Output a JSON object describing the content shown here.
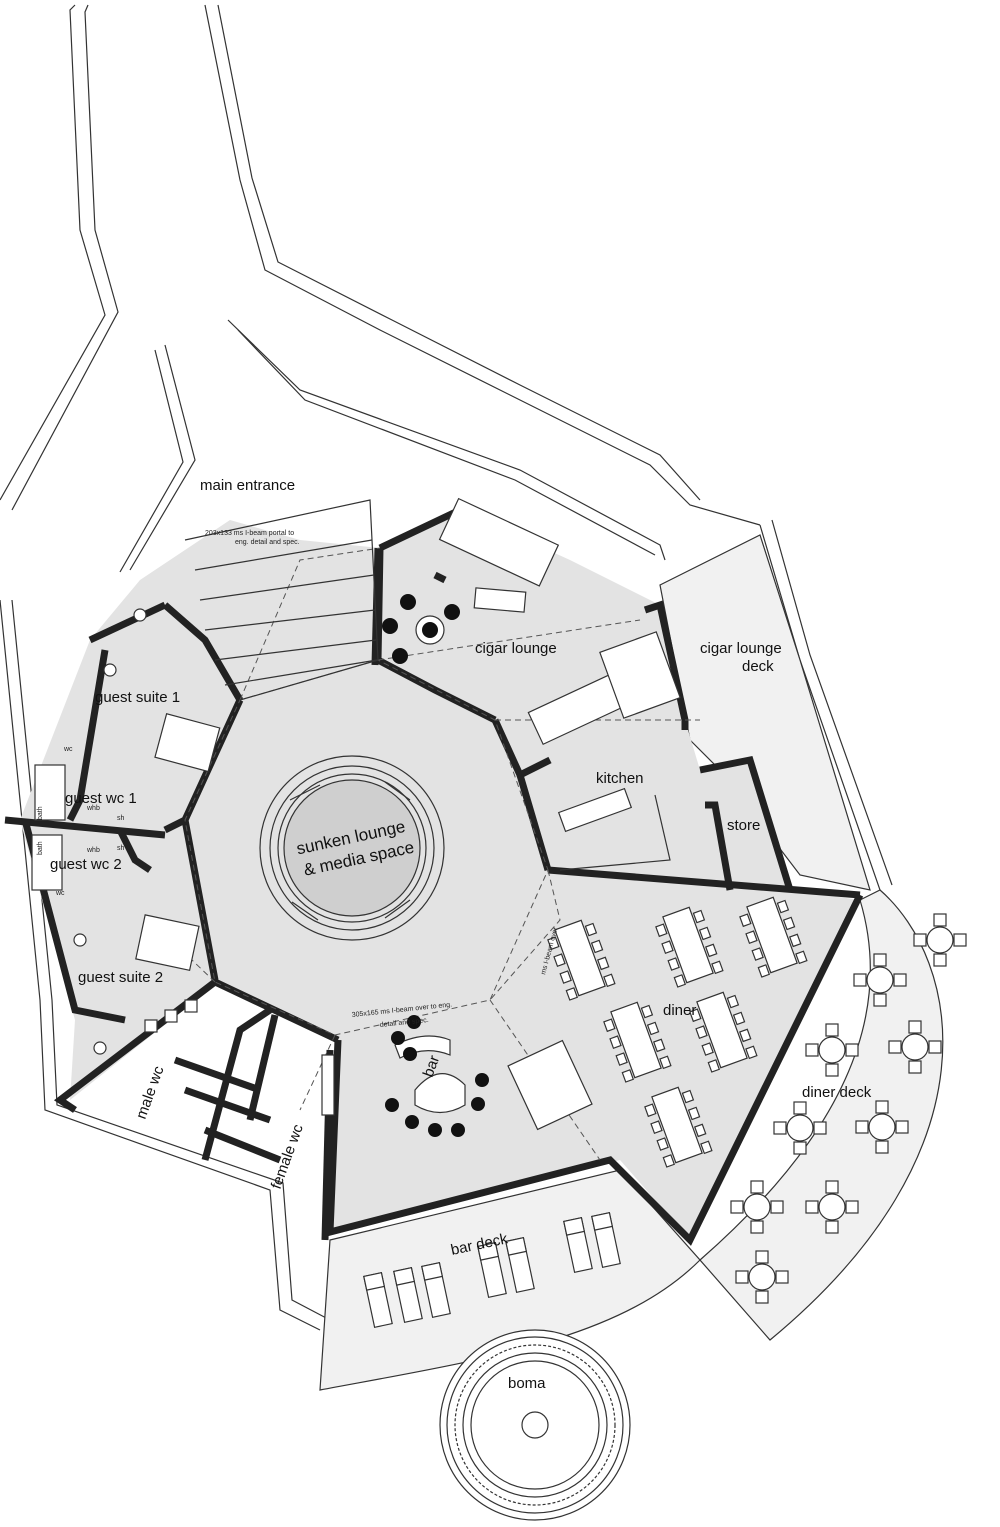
{
  "rooms": {
    "main_entrance": "main entrance",
    "cigar_lounge": "cigar lounge",
    "cigar_lounge_deck_1": "cigar lounge",
    "cigar_lounge_deck_2": "deck",
    "kitchen": "kitchen",
    "store": "store",
    "guest_suite_1": "guest suite 1",
    "guest_wc_1": "guest wc 1",
    "guest_wc_2": "guest wc 2",
    "guest_suite_2": "guest suite 2",
    "sunken_lounge_1": "sunken lounge",
    "sunken_lounge_2": "& media space",
    "diner": "diner",
    "diner_deck": "diner deck",
    "bar": "bar",
    "bar_deck": "bar deck",
    "male_wc": "male wc",
    "female_wc": "female wc",
    "boma": "boma"
  },
  "notes": {
    "entrance_beam_1": "203x133 ms I-beam portal to",
    "entrance_beam_2": "eng. detail and spec.",
    "lounge_beam_1": "305x165 ms I-beam over to eng.",
    "lounge_beam_2": "detail and spec.",
    "diner_beam": "ms I-beam over"
  },
  "fixtures": {
    "whb": "whb",
    "wc": "wc",
    "sh": "sh",
    "bath": "bath"
  }
}
